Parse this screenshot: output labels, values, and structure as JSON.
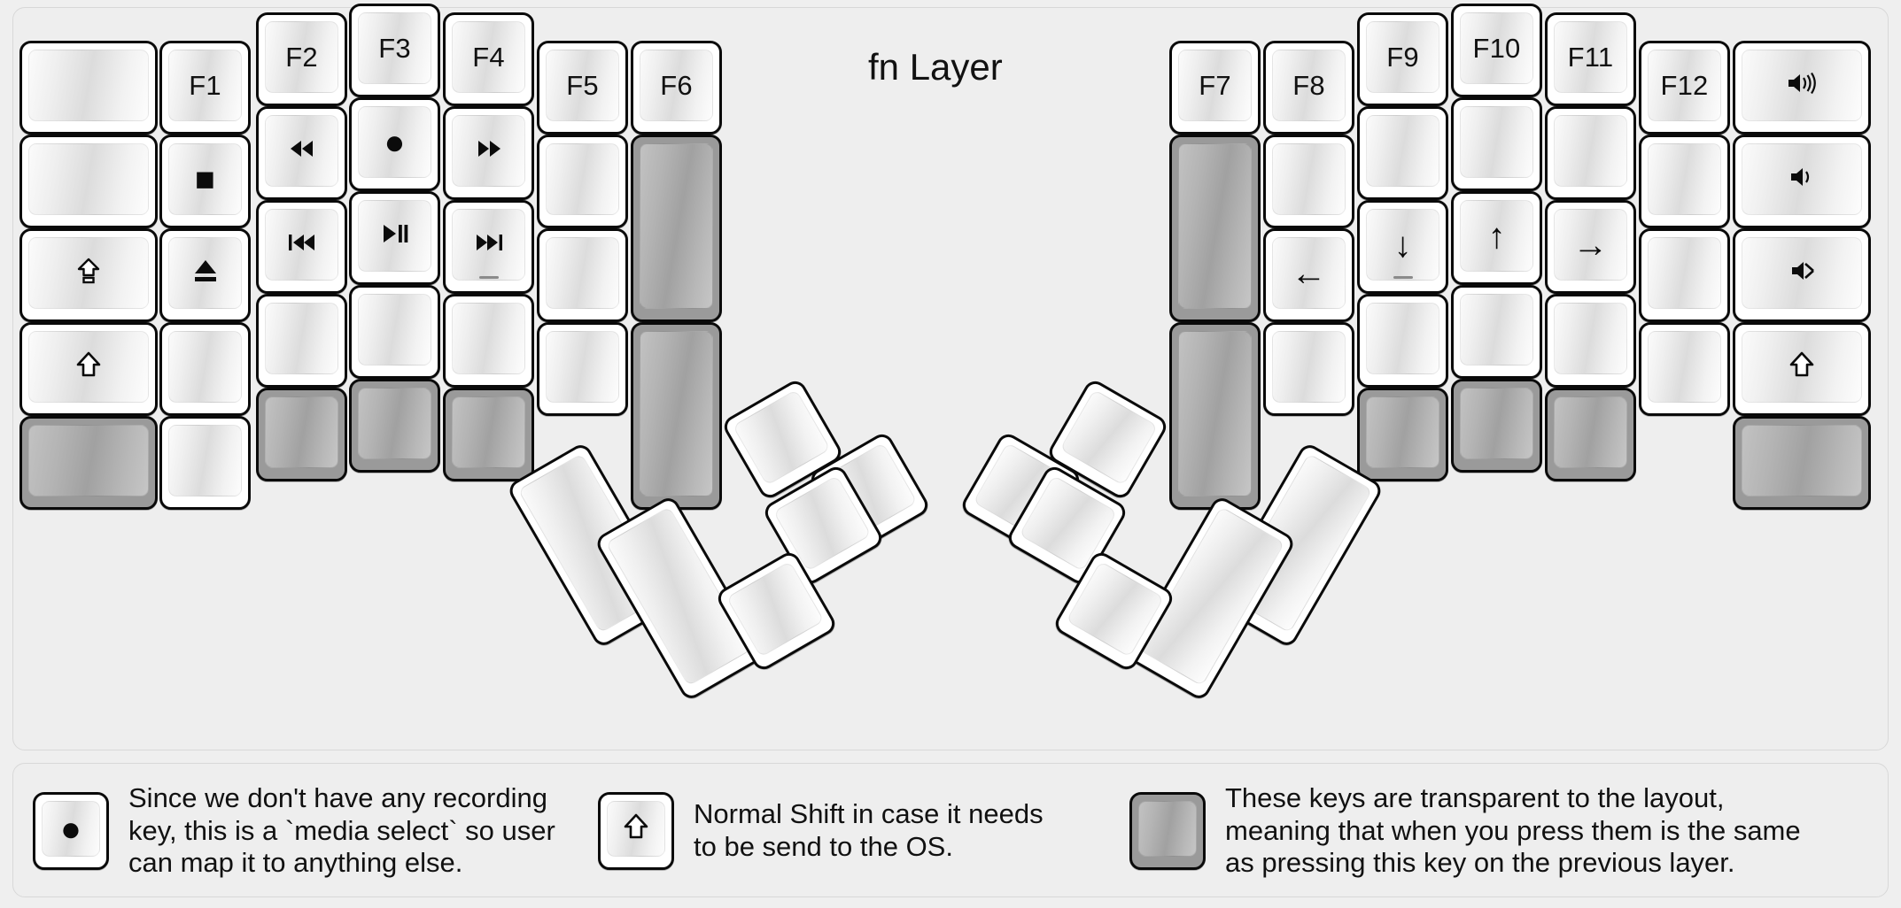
{
  "title": "fn Layer",
  "colors": {
    "background": "#efefef",
    "panel": "#eeeeee",
    "key_face": "#ffffff",
    "key_border": "#0a0a0a",
    "transparent_key": "#9a9a9a",
    "text": "#111111"
  },
  "glyphs": {
    "record": "●",
    "stop": "■",
    "eject": "⏏",
    "rewind": "◀◀",
    "fast_forward": "▶▶",
    "prev_track": "⏮",
    "play_pause": "▶❙❙",
    "next_track": "⏭",
    "caps_lock": "⇧",
    "shift": "⇧",
    "arrow_left": "←",
    "arrow_down": "↓",
    "arrow_up": "↑",
    "arrow_right": "→",
    "volume_up": "🔊",
    "volume_down": "🔉",
    "mute": "🔇"
  },
  "left_half": {
    "columns": [
      {
        "name": "col-outer-left",
        "keys": [
          {
            "label": "",
            "icon": "",
            "state": "normal"
          },
          {
            "label": "",
            "icon": "",
            "state": "normal"
          },
          {
            "label": "",
            "icon": "caps-lock-icon",
            "state": "normal"
          },
          {
            "label": "",
            "icon": "shift-icon",
            "state": "normal"
          },
          {
            "label": "",
            "icon": "",
            "state": "transparent"
          }
        ]
      },
      {
        "name": "col-f1",
        "keys": [
          {
            "label": "F1",
            "icon": "",
            "state": "normal"
          },
          {
            "label": "",
            "icon": "stop-icon",
            "state": "normal"
          },
          {
            "label": "",
            "icon": "eject-icon",
            "state": "normal"
          },
          {
            "label": "",
            "icon": "",
            "state": "normal"
          },
          {
            "label": "",
            "icon": "",
            "state": "normal"
          }
        ]
      },
      {
        "name": "col-f2",
        "keys": [
          {
            "label": "F2",
            "icon": "",
            "state": "normal"
          },
          {
            "label": "",
            "icon": "rewind-icon",
            "state": "normal"
          },
          {
            "label": "",
            "icon": "prev-track-icon",
            "state": "normal"
          },
          {
            "label": "",
            "icon": "",
            "state": "normal"
          },
          {
            "label": "",
            "icon": "",
            "state": "transparent"
          }
        ]
      },
      {
        "name": "col-f3",
        "keys": [
          {
            "label": "F3",
            "icon": "",
            "state": "normal"
          },
          {
            "label": "",
            "icon": "record-icon",
            "state": "normal"
          },
          {
            "label": "",
            "icon": "play-pause-icon",
            "state": "normal"
          },
          {
            "label": "",
            "icon": "",
            "state": "normal"
          },
          {
            "label": "",
            "icon": "",
            "state": "transparent"
          }
        ]
      },
      {
        "name": "col-f4",
        "keys": [
          {
            "label": "F4",
            "icon": "",
            "state": "normal"
          },
          {
            "label": "",
            "icon": "fast-forward-icon",
            "state": "normal"
          },
          {
            "label": "",
            "icon": "next-track-icon",
            "state": "normal",
            "homing": true
          },
          {
            "label": "",
            "icon": "",
            "state": "normal"
          },
          {
            "label": "",
            "icon": "",
            "state": "transparent"
          }
        ]
      },
      {
        "name": "col-f5",
        "keys": [
          {
            "label": "F5",
            "icon": "",
            "state": "normal"
          },
          {
            "label": "",
            "icon": "",
            "state": "normal"
          },
          {
            "label": "",
            "icon": "",
            "state": "normal"
          },
          {
            "label": "",
            "icon": "",
            "state": "normal"
          }
        ]
      },
      {
        "name": "col-f6",
        "keys": [
          {
            "label": "F6",
            "icon": "",
            "state": "normal"
          },
          {
            "label": "",
            "icon": "",
            "state": "transparent"
          },
          {
            "label": "",
            "icon": "",
            "state": "transparent"
          }
        ]
      }
    ]
  },
  "right_half": {
    "columns": [
      {
        "name": "col-f7",
        "keys": [
          {
            "label": "F7",
            "icon": "",
            "state": "normal"
          },
          {
            "label": "",
            "icon": "",
            "state": "transparent"
          },
          {
            "label": "",
            "icon": "",
            "state": "transparent"
          }
        ]
      },
      {
        "name": "col-f8",
        "keys": [
          {
            "label": "F8",
            "icon": "",
            "state": "normal"
          },
          {
            "label": "",
            "icon": "",
            "state": "normal"
          },
          {
            "label": "",
            "icon": "arrow-left-icon",
            "state": "normal"
          },
          {
            "label": "",
            "icon": "",
            "state": "normal"
          }
        ]
      },
      {
        "name": "col-f9",
        "keys": [
          {
            "label": "F9",
            "icon": "",
            "state": "normal"
          },
          {
            "label": "",
            "icon": "",
            "state": "normal"
          },
          {
            "label": "",
            "icon": "arrow-down-icon",
            "state": "normal",
            "homing": true
          },
          {
            "label": "",
            "icon": "",
            "state": "normal"
          },
          {
            "label": "",
            "icon": "",
            "state": "transparent"
          }
        ]
      },
      {
        "name": "col-f10",
        "keys": [
          {
            "label": "F10",
            "icon": "",
            "state": "normal"
          },
          {
            "label": "",
            "icon": "",
            "state": "normal"
          },
          {
            "label": "",
            "icon": "arrow-up-icon",
            "state": "normal"
          },
          {
            "label": "",
            "icon": "",
            "state": "normal"
          },
          {
            "label": "",
            "icon": "",
            "state": "transparent"
          }
        ]
      },
      {
        "name": "col-f11",
        "keys": [
          {
            "label": "F11",
            "icon": "",
            "state": "normal"
          },
          {
            "label": "",
            "icon": "",
            "state": "normal"
          },
          {
            "label": "",
            "icon": "arrow-right-icon",
            "state": "normal"
          },
          {
            "label": "",
            "icon": "",
            "state": "normal"
          },
          {
            "label": "",
            "icon": "",
            "state": "transparent"
          }
        ]
      },
      {
        "name": "col-f12",
        "keys": [
          {
            "label": "F12",
            "icon": "",
            "state": "normal"
          },
          {
            "label": "",
            "icon": "",
            "state": "normal"
          },
          {
            "label": "",
            "icon": "",
            "state": "normal"
          },
          {
            "label": "",
            "icon": "",
            "state": "normal"
          }
        ]
      },
      {
        "name": "col-outer-right",
        "keys": [
          {
            "label": "",
            "icon": "volume-up-icon",
            "state": "normal"
          },
          {
            "label": "",
            "icon": "volume-down-icon",
            "state": "normal"
          },
          {
            "label": "",
            "icon": "mute-icon",
            "state": "normal"
          },
          {
            "label": "",
            "icon": "shift-icon",
            "state": "normal"
          },
          {
            "label": "",
            "icon": "",
            "state": "transparent"
          }
        ]
      }
    ]
  },
  "left_thumb": {
    "keys": [
      {
        "name": "left-thumb-big-1",
        "state": "normal"
      },
      {
        "name": "left-thumb-big-2",
        "state": "normal"
      },
      {
        "name": "left-thumb-small-1",
        "state": "normal"
      },
      {
        "name": "left-thumb-small-2",
        "state": "normal"
      },
      {
        "name": "left-thumb-small-3",
        "state": "normal"
      },
      {
        "name": "left-thumb-small-4",
        "state": "normal"
      }
    ]
  },
  "right_thumb": {
    "keys": [
      {
        "name": "right-thumb-big-1",
        "state": "normal"
      },
      {
        "name": "right-thumb-big-2",
        "state": "normal"
      },
      {
        "name": "right-thumb-small-1",
        "state": "normal"
      },
      {
        "name": "right-thumb-small-2",
        "state": "normal"
      },
      {
        "name": "right-thumb-small-3",
        "state": "normal"
      },
      {
        "name": "right-thumb-small-4",
        "state": "normal"
      }
    ]
  },
  "legend": [
    {
      "icon": "record-icon",
      "state": "normal",
      "text": "Since we don't have any recording\nkey, this is a `media select` so user\ncan map it to anything else."
    },
    {
      "icon": "shift-icon",
      "state": "normal",
      "text": "Normal Shift in case it needs\nto be send to the OS."
    },
    {
      "icon": "",
      "state": "transparent",
      "text": "These keys are transparent to the layout,\nmeaning that when you press them is the same\nas pressing this key on the previous layer."
    }
  ]
}
